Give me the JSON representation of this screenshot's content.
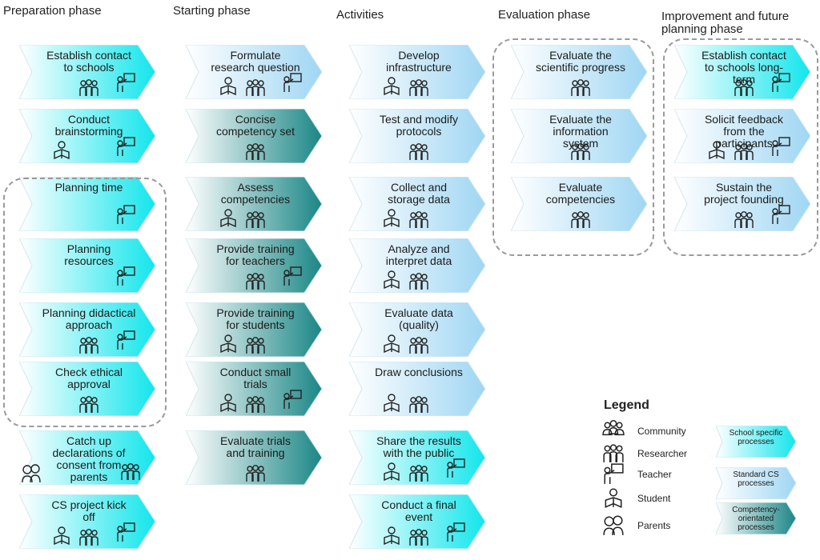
{
  "columns": [
    {
      "title": "Preparation phase"
    },
    {
      "title": "Starting phase"
    },
    {
      "title": "Activities"
    },
    {
      "title": "Evaluation phase"
    },
    {
      "title": "Improvement and future\nplanning phase"
    }
  ],
  "colors": {
    "school": "#12e6ec",
    "standard": "#9fd6f3",
    "competency": "#1b8686",
    "text": "#1b1b1b"
  },
  "boxes": [
    {
      "col": 0,
      "row": 0,
      "label": "Establish contact\nto schools",
      "type": "school",
      "icons": [
        "researcher",
        "teacher"
      ]
    },
    {
      "col": 0,
      "row": 1,
      "label": "Conduct\nbrainstorming",
      "type": "school",
      "icons": [
        "student",
        "teacher"
      ]
    },
    {
      "col": 0,
      "row": 2,
      "label": "Planning time",
      "type": "school",
      "icons": [
        "teacher"
      ]
    },
    {
      "col": 0,
      "row": 3,
      "label": "Planning\nresources",
      "type": "school",
      "icons": [
        "teacher"
      ]
    },
    {
      "col": 0,
      "row": 4,
      "label": "Planning didactical\napproach",
      "type": "school",
      "icons": [
        "researcher",
        "teacher"
      ]
    },
    {
      "col": 0,
      "row": 5,
      "label": "Check ethical\napproval",
      "type": "school",
      "icons": [
        "researcher"
      ]
    },
    {
      "col": 0,
      "row": 6,
      "label": "Catch up\ndeclarations of\nconsent from\nparents",
      "type": "school",
      "icons": [
        "parents",
        "researcher"
      ]
    },
    {
      "col": 0,
      "row": 7,
      "label": "CS project kick\noff",
      "type": "school",
      "icons": [
        "student",
        "researcher",
        "teacher"
      ]
    },
    {
      "col": 1,
      "row": 0,
      "label": "Formulate\nresearch question",
      "type": "standard",
      "icons": [
        "student",
        "researcher",
        "teacher"
      ]
    },
    {
      "col": 1,
      "row": 1,
      "label": "Concise\ncompetency set",
      "type": "competency",
      "icons": [
        "researcher"
      ]
    },
    {
      "col": 1,
      "row": 2,
      "label": "Assess\ncompetencies",
      "type": "competency",
      "icons": [
        "student",
        "researcher"
      ]
    },
    {
      "col": 1,
      "row": 3,
      "label": "Provide training\nfor teachers",
      "type": "competency",
      "icons": [
        "researcher",
        "teacher"
      ]
    },
    {
      "col": 1,
      "row": 4,
      "label": "Provide training\nfor students",
      "type": "competency",
      "icons": [
        "student",
        "researcher"
      ]
    },
    {
      "col": 1,
      "row": 5,
      "label": "Conduct small\ntrials",
      "type": "competency",
      "icons": [
        "student",
        "researcher",
        "teacher"
      ]
    },
    {
      "col": 1,
      "row": 6,
      "label": "Evaluate trials\nand training",
      "type": "competency",
      "icons": [
        "researcher"
      ]
    },
    {
      "col": 2,
      "row": 0,
      "label": "Develop\ninfrastructure",
      "type": "standard",
      "icons": [
        "student",
        "researcher"
      ]
    },
    {
      "col": 2,
      "row": 1,
      "label": "Test and modify\nprotocols",
      "type": "standard",
      "icons": [
        "researcher"
      ]
    },
    {
      "col": 2,
      "row": 2,
      "label": "Collect and\nstorage data",
      "type": "standard",
      "icons": [
        "student",
        "researcher"
      ]
    },
    {
      "col": 2,
      "row": 3,
      "label": "Analyze and\ninterpret data",
      "type": "standard",
      "icons": [
        "student",
        "researcher"
      ]
    },
    {
      "col": 2,
      "row": 4,
      "label": "Evaluate data\n(quality)",
      "type": "standard",
      "icons": [
        "student",
        "researcher"
      ]
    },
    {
      "col": 2,
      "row": 5,
      "label": "Draw conclusions",
      "type": "standard",
      "icons": [
        "student",
        "researcher"
      ]
    },
    {
      "col": 2,
      "row": 6,
      "label": "Share the results\nwith the public",
      "type": "school",
      "icons": [
        "student",
        "researcher",
        "teacher"
      ]
    },
    {
      "col": 2,
      "row": 7,
      "label": "Conduct a final\nevent",
      "type": "school",
      "icons": [
        "student",
        "researcher",
        "teacher"
      ]
    },
    {
      "col": 3,
      "row": 0,
      "label": "Evaluate the\nscientific progress",
      "type": "standard",
      "icons": [
        "researcher"
      ]
    },
    {
      "col": 3,
      "row": 1,
      "label": "Evaluate the\ninformation\nsystem",
      "type": "standard",
      "icons": [
        "researcher"
      ]
    },
    {
      "col": 3,
      "row": 2,
      "label": "Evaluate\ncompetencies",
      "type": "standard",
      "icons": [
        "researcher"
      ]
    },
    {
      "col": 4,
      "row": 0,
      "label": "Establish contact\nto schools long-\nterm",
      "type": "school",
      "icons": [
        "researcher",
        "teacher"
      ]
    },
    {
      "col": 4,
      "row": 1,
      "label": "Solicit feedback\nfrom the\nparticipants",
      "type": "standard",
      "icons": [
        "student",
        "researcher",
        "teacher"
      ]
    },
    {
      "col": 4,
      "row": 2,
      "label": "Sustain the\nproject founding",
      "type": "standard",
      "icons": [
        "researcher",
        "teacher"
      ]
    }
  ],
  "legend": {
    "title": "Legend",
    "icons": [
      {
        "key": "community",
        "label": "Community"
      },
      {
        "key": "researcher",
        "label": "Researcher"
      },
      {
        "key": "teacher",
        "label": "Teacher"
      },
      {
        "key": "student",
        "label": "Student"
      },
      {
        "key": "parents",
        "label": "Parents"
      }
    ],
    "types": [
      {
        "type": "school",
        "label": "School specific\nprocesses"
      },
      {
        "type": "standard",
        "label": "Standard CS\nprocesses"
      },
      {
        "type": "competency",
        "label": "Competency-\norientated\nprocesses"
      }
    ]
  }
}
